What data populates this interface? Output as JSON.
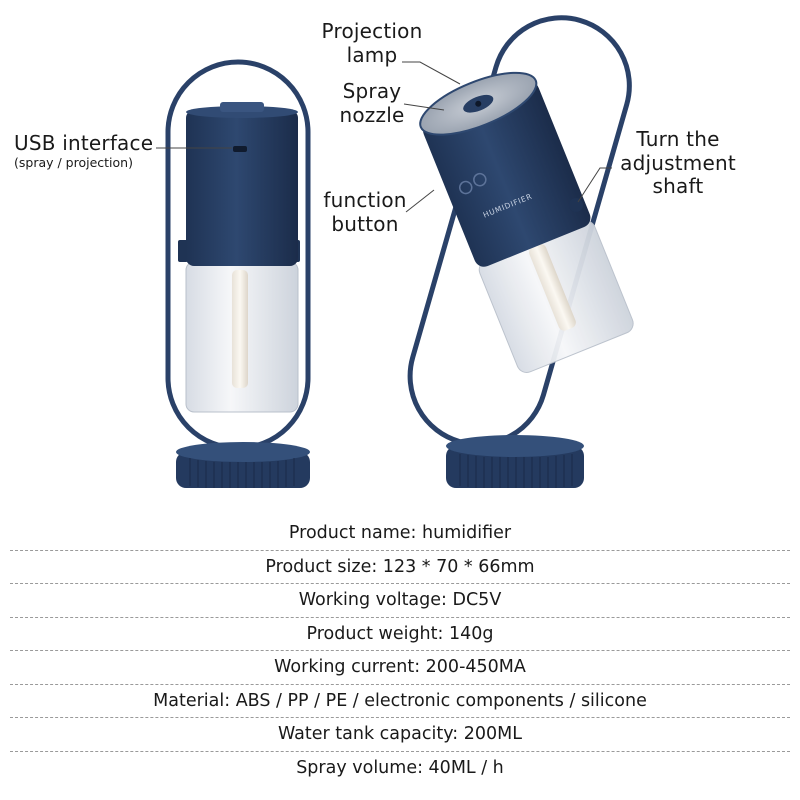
{
  "callouts": {
    "usb_interface": "USB interface",
    "usb_interface_sub": "(spray / projection)",
    "projection_lamp_1": "Projection",
    "projection_lamp_2": "lamp",
    "spray_nozzle_1": "Spray",
    "spray_nozzle_2": "nozzle",
    "function_button_1": "function",
    "function_button_2": "button",
    "adjustment_shaft_1": "Turn the",
    "adjustment_shaft_2": "adjustment",
    "adjustment_shaft_3": "shaft"
  },
  "device_label": "HUMIDIFIER",
  "colors": {
    "body": "#273e63",
    "body_dark": "#1c2e4c",
    "tank": "#e9edf2",
    "accent": "#3a5580"
  },
  "specs": [
    "Product name: humidifier",
    "Product size: 123 * 70 * 66mm",
    "Working voltage: DC5V",
    "Product weight: 140g",
    "Working current: 200-450MA",
    "Material: ABS / PP / PE / electronic components / silicone",
    "Water tank capacity: 200ML",
    "Spray volume: 40ML / h"
  ]
}
